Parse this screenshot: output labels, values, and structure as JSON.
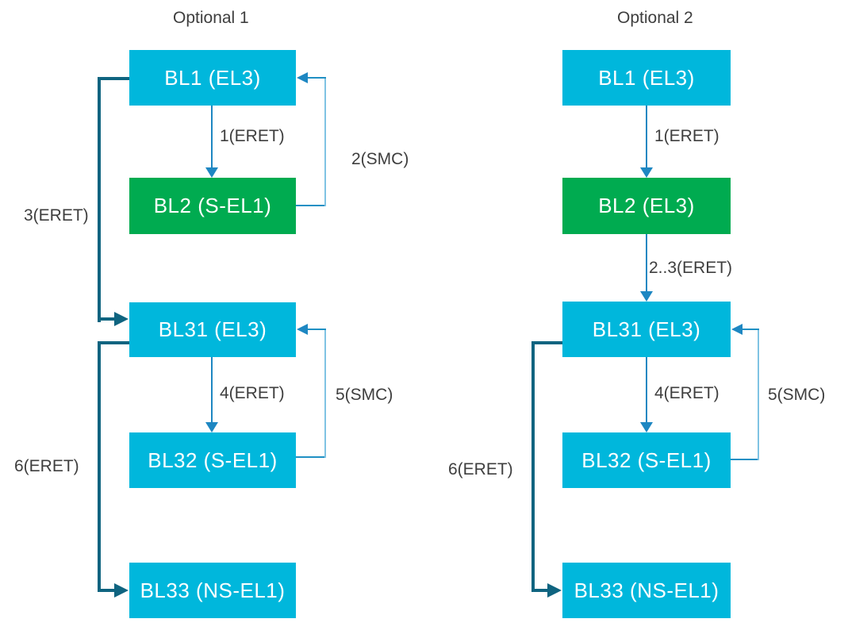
{
  "diagram": {
    "left": {
      "title": "Optional 1",
      "boxes": {
        "bl1": "BL1 (EL3)",
        "bl2": "BL2 (S-EL1)",
        "bl31": "BL31 (EL3)",
        "bl32": "BL32 (S-EL1)",
        "bl33": "BL33 (NS-EL1)"
      },
      "labels": {
        "e1": "1(ERET)",
        "e2": "2(SMC)",
        "e3": "3(ERET)",
        "e4": "4(ERET)",
        "e5": "5(SMC)",
        "e6": "6(ERET)"
      }
    },
    "right": {
      "title": "Optional 2",
      "boxes": {
        "bl1": "BL1 (EL3)",
        "bl2": "BL2 (EL3)",
        "bl31": "BL31 (EL3)",
        "bl32": "BL32 (S-EL1)",
        "bl33": "BL33 (NS-EL1)"
      },
      "labels": {
        "e1": "1(ERET)",
        "e23": "2..3(ERET)",
        "e4": "4(ERET)",
        "e5": "5(SMC)",
        "e6": "6(ERET)"
      }
    },
    "colors": {
      "box_cyan": "#00B7DC",
      "box_green": "#00AB50",
      "dark_arrow": "#0F6480",
      "blue_arrow": "#1E87C2",
      "loop_mid": "#2090C4",
      "loop_light": "#7FC3E3",
      "text_dark": "#3E3E3E",
      "box_text": "#FFFFFF"
    }
  }
}
